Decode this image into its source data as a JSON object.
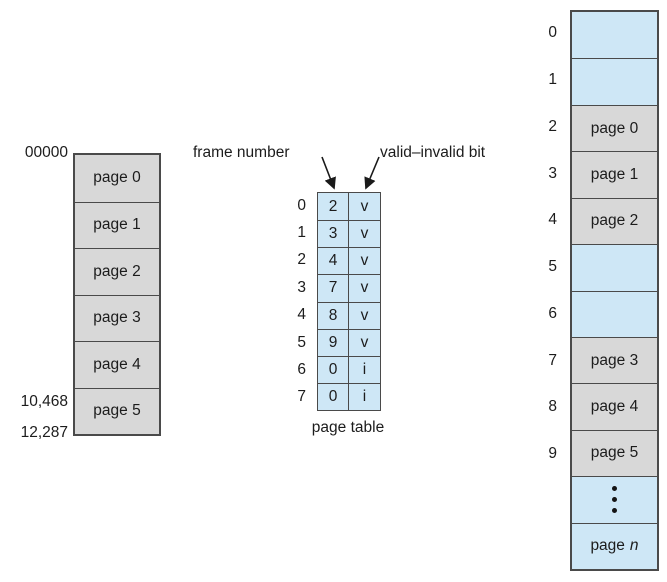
{
  "figure": {
    "logical_memory": {
      "top_address": "00000",
      "address_mid": "10,468",
      "address_bottom": "12,287",
      "pages": [
        "page 0",
        "page 1",
        "page 2",
        "page 3",
        "page 4",
        "page 5"
      ]
    },
    "page_table": {
      "frame_number_label": "frame number",
      "valid_invalid_label": "valid–invalid bit",
      "caption": "page table",
      "rows": [
        {
          "index": "0",
          "frame": "2",
          "bit": "v"
        },
        {
          "index": "1",
          "frame": "3",
          "bit": "v"
        },
        {
          "index": "2",
          "frame": "4",
          "bit": "v"
        },
        {
          "index": "3",
          "frame": "7",
          "bit": "v"
        },
        {
          "index": "4",
          "frame": "8",
          "bit": "v"
        },
        {
          "index": "5",
          "frame": "9",
          "bit": "v"
        },
        {
          "index": "6",
          "frame": "0",
          "bit": "i"
        },
        {
          "index": "7",
          "frame": "0",
          "bit": "i"
        }
      ]
    },
    "physical_memory": {
      "frames": [
        {
          "index": "0",
          "content": "",
          "type": "empty"
        },
        {
          "index": "1",
          "content": "",
          "type": "empty"
        },
        {
          "index": "2",
          "content": "page 0",
          "type": "page"
        },
        {
          "index": "3",
          "content": "page 1",
          "type": "page"
        },
        {
          "index": "4",
          "content": "page 2",
          "type": "page"
        },
        {
          "index": "5",
          "content": "",
          "type": "empty"
        },
        {
          "index": "6",
          "content": "",
          "type": "empty"
        },
        {
          "index": "7",
          "content": "page 3",
          "type": "page"
        },
        {
          "index": "8",
          "content": "page 4",
          "type": "page"
        },
        {
          "index": "9",
          "content": "page 5",
          "type": "page"
        },
        {
          "index": "",
          "content": "",
          "type": "dots",
          "icon": "vertical-ellipsis"
        },
        {
          "index": "",
          "content": "page",
          "content_italic": "n",
          "type": "page-n"
        }
      ]
    },
    "colors": {
      "page_fill": "#d8d8d8",
      "empty_fill": "#cee7f6",
      "border": "#4a4a4a"
    }
  }
}
